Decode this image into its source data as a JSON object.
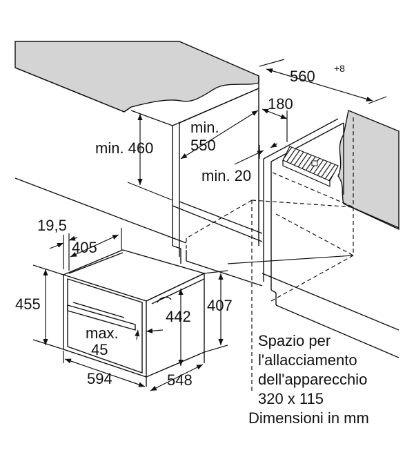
{
  "dimensions": {
    "top_depth": "560",
    "top_depth_tol": "+8",
    "rear_gap": "180",
    "niche_height_min": "min. 460",
    "niche_depth_min_1": "min.",
    "niche_depth_min_2": "550",
    "front_gap_min": "min. 20",
    "front_thickness": "19,5",
    "panel_height_depth": "405",
    "appliance_height": "455",
    "door_height": "442",
    "body_height": "407",
    "opening_max_1": "max.",
    "opening_max_2": "45",
    "appliance_width": "594",
    "appliance_depth": "548"
  },
  "notes": {
    "line1": "Spazio per",
    "line2": "l'allacciamento",
    "line3": "dell'apparecchio",
    "line4": "320 x 115",
    "units": "Dimensioni in mm"
  },
  "colors": {
    "surface": "#d4d4d4",
    "stroke": "#111111"
  }
}
